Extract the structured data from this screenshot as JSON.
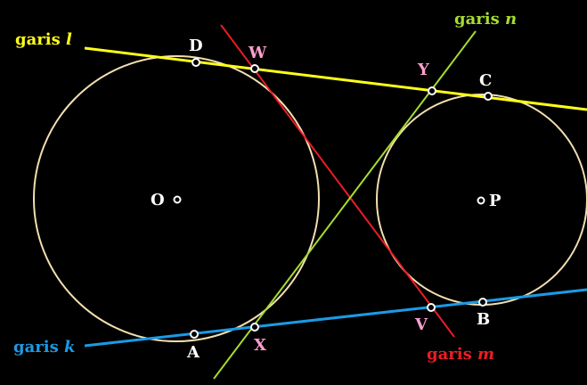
{
  "colors": {
    "background": "#000000",
    "circle": "#f2dfb0",
    "line_l": "#ffff1a",
    "line_k": "#1a9be6",
    "line_m": "#ee1c24",
    "line_n": "#a6dc2e",
    "label_white": "#ffffff",
    "label_pink": "#ff9ecf"
  },
  "lines": {
    "l": {
      "prefix": "garis",
      "name": "l"
    },
    "k": {
      "prefix": "garis",
      "name": "k"
    },
    "m": {
      "prefix": "garis",
      "name": "m"
    },
    "n": {
      "prefix": "garis",
      "name": "n"
    }
  },
  "centers": {
    "O": "O",
    "P": "P"
  },
  "points": {
    "D": "D",
    "A": "A",
    "C": "C",
    "B": "B",
    "W": "W",
    "X": "X",
    "Y": "Y",
    "V": "V"
  }
}
